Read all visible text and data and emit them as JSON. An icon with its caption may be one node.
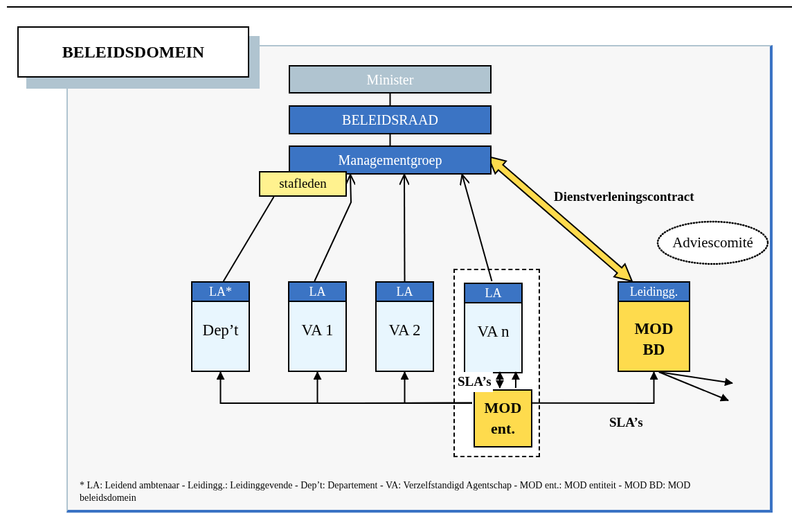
{
  "diagram": {
    "nodes": [
      {
        "text": [
          "BELEIDSDOMEIN"
        ]
      },
      {
        "text": [
          "Minister"
        ]
      },
      {
        "text": [
          "BELEIDSRAAD"
        ]
      },
      {
        "text": [
          "Managementgroep"
        ]
      },
      {
        "text": [
          "stafleden"
        ]
      },
      {
        "text": [
          "LA*",
          "Dep’t"
        ]
      },
      {
        "text": [
          "LA",
          "VA 1"
        ]
      },
      {
        "text": [
          "LA",
          "VA 2"
        ]
      },
      {
        "text": [],
        "shape": "box"
      },
      {
        "text": [
          "LA",
          "VA n"
        ],
        "in": 8
      },
      {
        "text": [
          "MOD ent."
        ],
        "in": 8
      },
      {
        "text": [
          "Leidingg.",
          "MOD BD"
        ]
      },
      {
        "text": [
          "Adviescomité"
        ]
      }
    ],
    "edges": [
      {
        "from": 1,
        "to": 2,
        "arrow": "none"
      },
      {
        "from": 2,
        "to": 3,
        "arrow": "none"
      },
      {
        "from": 5,
        "to": 4,
        "arrow": "none"
      },
      {
        "from": 6,
        "to": 3,
        "arrow": "to"
      },
      {
        "from": 7,
        "to": 3,
        "arrow": "to"
      },
      {
        "from": 9,
        "to": 3,
        "arrow": "to"
      },
      {
        "from": 3,
        "to": 11,
        "arrow": "both",
        "label": "Dienstverleningscontract",
        "style": "thick",
        "color": "#ffdb4d"
      },
      {
        "from": 10,
        "to": 5,
        "arrow": "to"
      },
      {
        "from": 10,
        "to": 6,
        "arrow": "to"
      },
      {
        "from": 10,
        "to": 7,
        "arrow": "to"
      },
      {
        "from": 10,
        "to": 9,
        "arrow": "both",
        "label": "SLA’s"
      },
      {
        "from": 10,
        "to": 9,
        "arrow": "to"
      },
      {
        "from": 10,
        "to": 11,
        "arrow": "to",
        "label": "SLA’s"
      },
      {
        "from": 11,
        "to": null,
        "arrow": "to"
      },
      {
        "from": 11,
        "to": null,
        "arrow": "to"
      }
    ],
    "labels": [
      "* LA: Leidend ambtenaar - Leidingg.: Leidinggevende - Dep’t: Departement - VA: Verzelfstandigd Agentschap - MOD ent.: MOD entiteit - MOD BD: MOD beleidsdomein"
    ]
  }
}
